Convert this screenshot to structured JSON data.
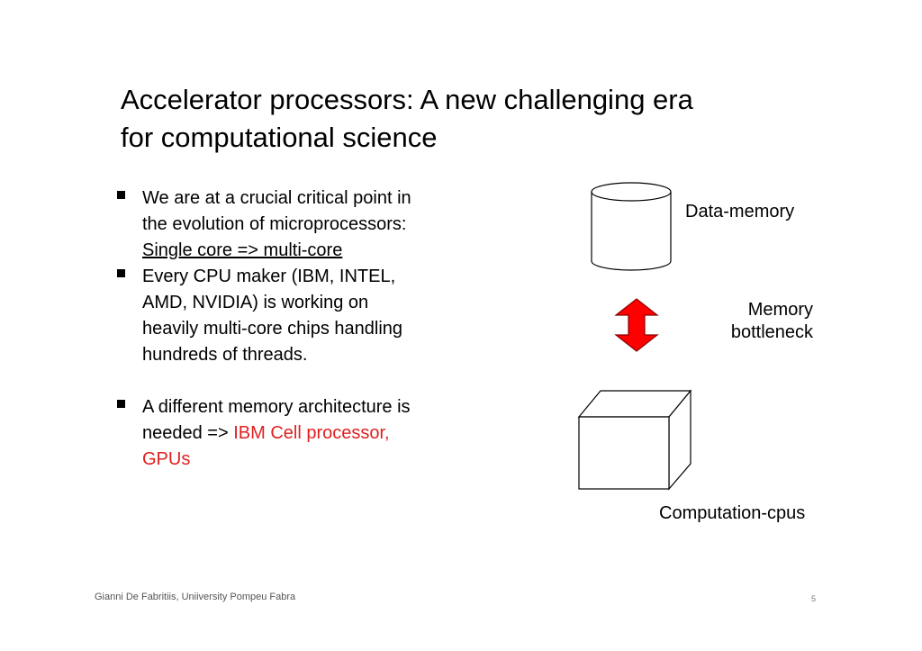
{
  "slide": {
    "title_line1": "Accelerator processors: A new challenging era",
    "title_line2": "for computational science"
  },
  "bullets": [
    {
      "lines": [
        "We are at a crucial critical point in",
        "the evolution of microprocessors:"
      ],
      "underlined": "Single core => multi-core"
    },
    {
      "lines": [
        "Every CPU maker (IBM, INTEL,",
        "AMD, NVIDIA) is working on",
        "heavily multi-core chips handling",
        "hundreds of threads."
      ]
    },
    {
      "line1": "A different memory architecture is",
      "line2_prefix": "needed => ",
      "line2_red": "IBM Cell processor,",
      "line3_red": "GPUs"
    }
  ],
  "diagram": {
    "memory_label": "Data-memory",
    "bottleneck_line1": "Memory",
    "bottleneck_line2": "bottleneck",
    "cpu_label": "Computation-cpus"
  },
  "colors": {
    "accent_red": "#e02020",
    "arrow_red": "#ff0000"
  },
  "footer": {
    "author": "Gianni De Fabritiis, Uniiversity Pompeu Fabra",
    "page": "5"
  }
}
